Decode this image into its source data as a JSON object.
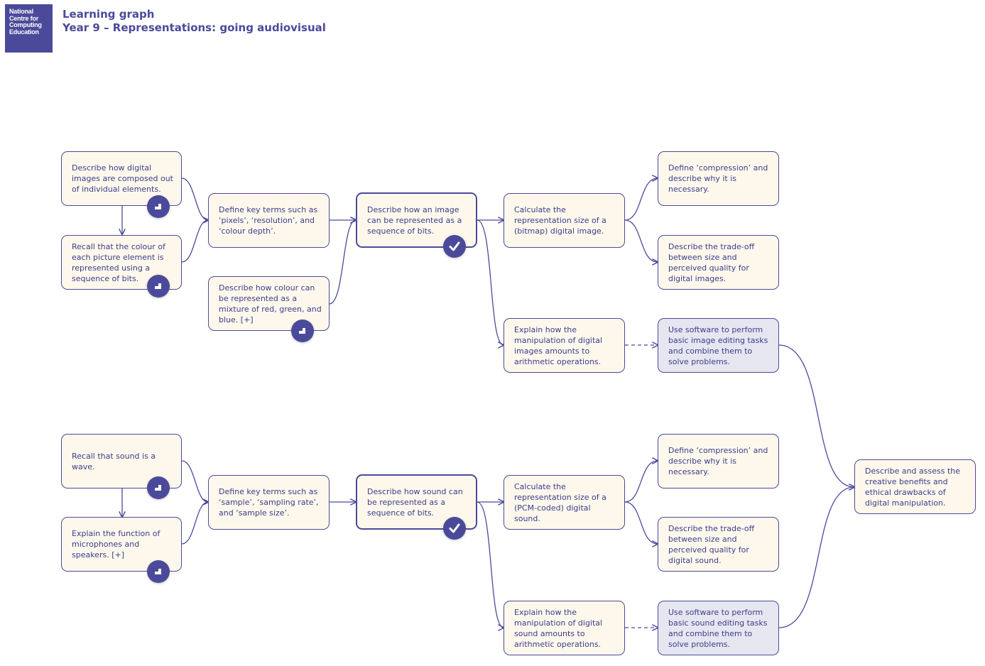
{
  "logo": {
    "lines": [
      "National",
      "Centre for",
      "Computing",
      "Education"
    ]
  },
  "header": {
    "title": "Learning graph",
    "subtitle": "Year 9 – Representations: going audiovisual"
  },
  "nodes": {
    "img_composed": "Describe how digital images are composed out of individual elements.",
    "img_colour_bits": "Recall that the colour of each picture element is represented using a sequence of bits.",
    "img_key_terms": "Define key terms such as ‘pixels’, ‘resolution’, and ‘colour depth’.",
    "img_rgb": "Describe how colour can be represented as a mixture of red, green, and blue. [+]",
    "img_represent": "Describe how an image can be represented as a sequence of bits.",
    "img_calc_size": "Calculate the representation size of a (bitmap) digital image.",
    "img_compression": "Define ‘compression’ and describe why it is necessary.",
    "img_tradeoff": "Describe the trade-off between size and perceived quality for digital images.",
    "img_manipulation": "Explain how the manipulation of digital images amounts to arithmetic operations.",
    "img_software": "Use software to perform basic image editing tasks and combine them to solve problems.",
    "snd_wave": "Recall that sound is a wave.",
    "snd_mic": "Explain the function of microphones and speakers. [+]",
    "snd_key_terms": "Define key terms such as ‘sample’, ‘sampling rate’, and ‘sample size’.",
    "snd_represent": "Describe how sound can be represented as a sequence of bits.",
    "snd_calc_size": "Calculate the representation size of a (PCM-coded) digital sound.",
    "snd_compression": "Define ‘compression’ and describe why it is necessary.",
    "snd_tradeoff": "Describe the trade-off between size and perceived quality for digital sound.",
    "snd_manipulation": "Explain how the manipulation of digital sound amounts to arithmetic operations.",
    "snd_software": "Use software to perform basic sound editing tasks and combine them to solve problems.",
    "assess": "Describe and assess the creative benefits and ethical drawbacks of digital manipulation."
  },
  "icons": {
    "prior_knowledge": "step-icon",
    "key_concept": "checkmark-icon"
  },
  "colors": {
    "primary": "#4b4a9a",
    "node_fill": "#fef8ec",
    "practical_fill": "#e6e6f1"
  }
}
